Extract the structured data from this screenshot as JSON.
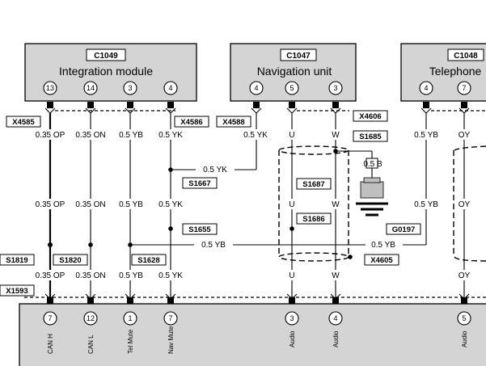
{
  "modules": {
    "integration": {
      "code": "C1049",
      "title": "Integration module",
      "pins": [
        "13",
        "14",
        "3",
        "4"
      ]
    },
    "navigation": {
      "code": "C1047",
      "title": "Navigation unit",
      "pins": [
        "4",
        "5",
        "3"
      ]
    },
    "telephone": {
      "code": "C1048",
      "title": "Telephone",
      "pins": [
        "4",
        "7"
      ]
    }
  },
  "bottom_module": {
    "pins": [
      {
        "num": "7",
        "label": "CAN H"
      },
      {
        "num": "12",
        "label": "CAN L"
      },
      {
        "num": "1",
        "label": "Tel Mute"
      },
      {
        "num": "7",
        "label": "Nav Mute"
      },
      {
        "num": "3",
        "label": "Audio"
      },
      {
        "num": "4",
        "label": "Audio"
      },
      {
        "num": "5",
        "label": "Audio"
      }
    ]
  },
  "connectors": {
    "x4585": "X4585",
    "x4586": "X4586",
    "x4588": "X4588",
    "x4606": "X4606",
    "s1685": "S1685",
    "s1667": "S1667",
    "s1687": "S1687",
    "s1686": "S1686",
    "s1655": "S1655",
    "g0197": "G0197",
    "x4605": "X4605",
    "s1819": "S1819",
    "s1820": "S1820",
    "s1628": "S1628",
    "x1593": "X1593"
  },
  "wire_labels": {
    "row1": [
      "0.35 OP",
      "0.35 ON",
      "0.5 YB",
      "0.5 YK",
      "0.5 YK",
      "U",
      "W",
      "0.5 YB",
      "OY"
    ],
    "row2": [
      "0.35 OP",
      "0.35 ON",
      "0.5 YB",
      "0.5 YK",
      "U",
      "W",
      "0.5 YB",
      "OY"
    ],
    "row3": [
      "0.35 OP",
      "0.35 ON",
      "0.5 YB",
      "0.5 YK",
      "U",
      "W",
      "OY"
    ],
    "yk_branch": "0.5 YK",
    "yb_branch_left": "0.5 YB",
    "yb_branch_right": "0.5 YB",
    "ground_wire": "0.5 B"
  }
}
